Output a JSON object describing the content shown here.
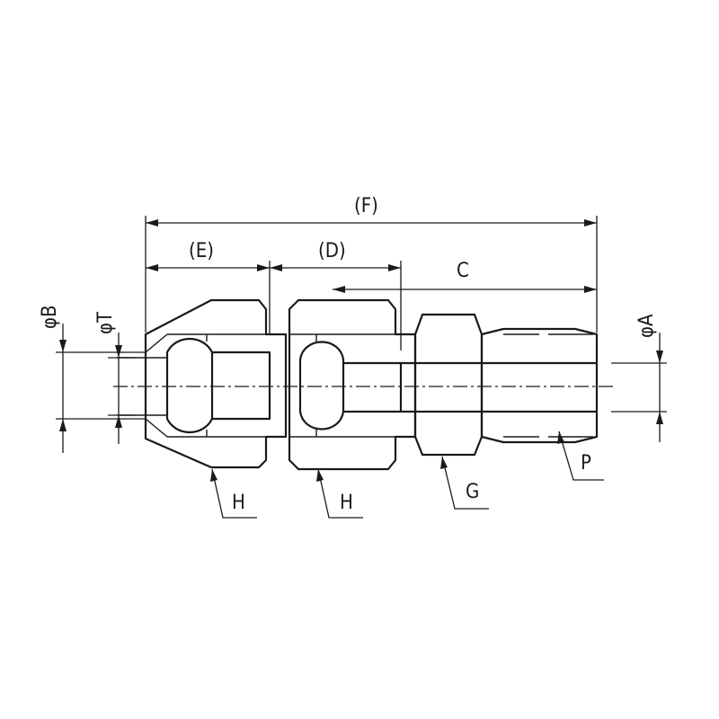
{
  "labels": {
    "F": "(F)",
    "E": "(E)",
    "D": "(D)",
    "C": "C",
    "phiB": "φB",
    "phiT": "φT",
    "phiA": "φA",
    "H1": "H",
    "H2": "H",
    "G": "G",
    "P": "P"
  }
}
